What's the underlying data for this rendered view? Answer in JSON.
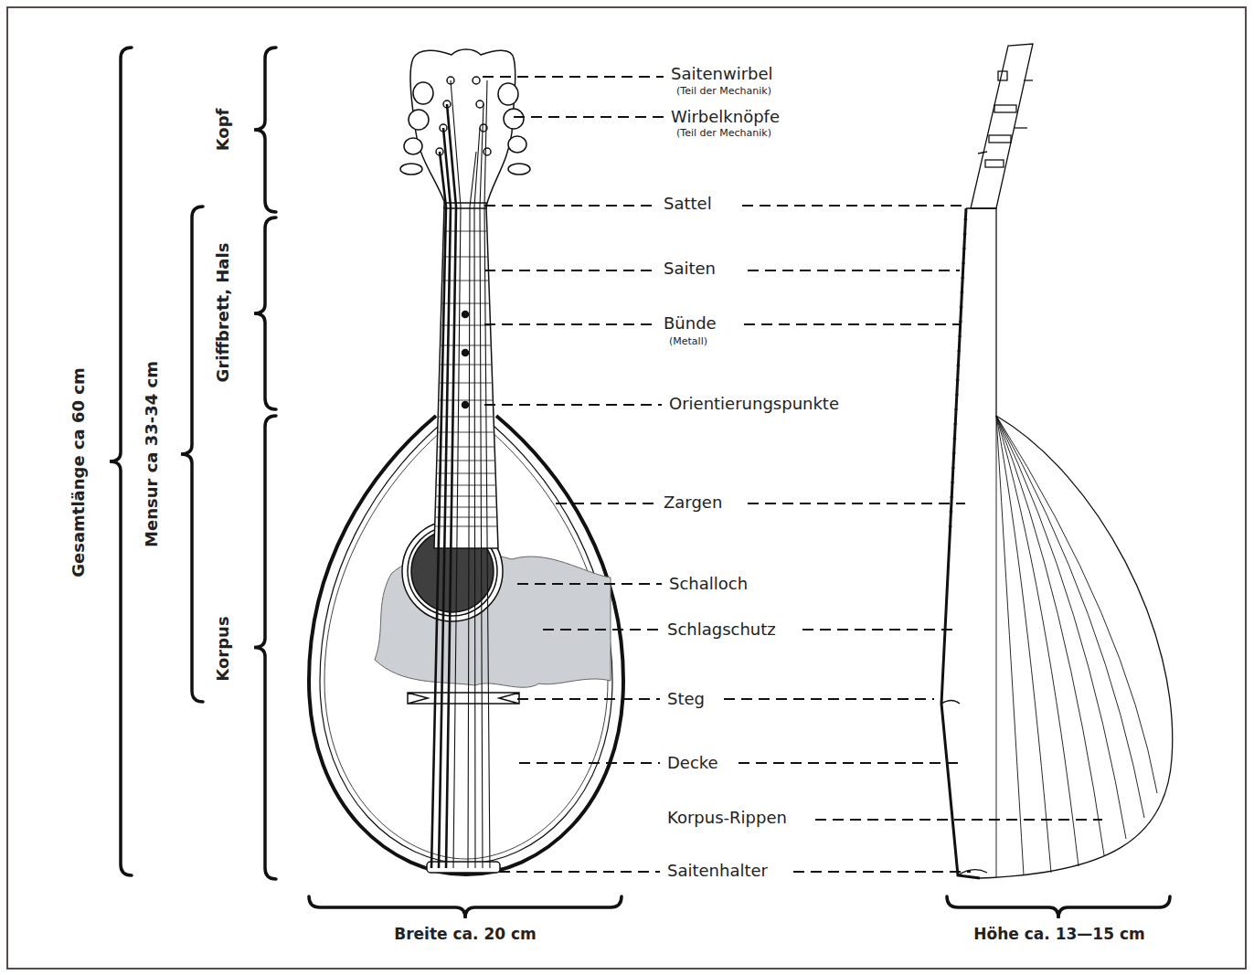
{
  "diagram": {
    "labels": [
      "Saitenwirbel",
      "(Teil der Mechanik)",
      "Wirbelknöpfe",
      "(Teil der Mechanik)",
      "Sattel",
      "Saiten",
      "Bünde",
      "(Metall)",
      "Orientierungspunkte",
      "Zargen",
      "Schalloch",
      "Schlagschutz",
      "Steg",
      "Decke",
      "Korpus-Rippen",
      "Saitenhalter",
      "Kopf",
      "Griffbrett, Hals",
      "Korpus",
      "Mensur ca 33-34 cm",
      "Gesamtlänge ca 60 cm",
      "Breite ca. 20 cm",
      "Höhe ca. 13—15 cm"
    ]
  }
}
